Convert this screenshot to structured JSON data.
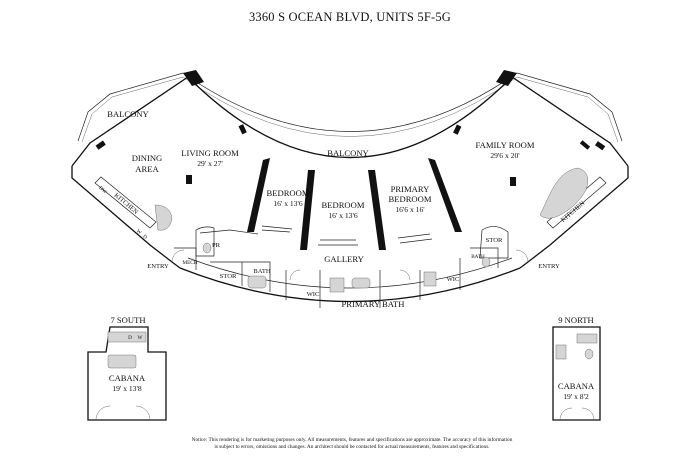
{
  "title": "3360 S OCEAN BLVD, UNITS 5F-5G",
  "rooms": {
    "balcony_left": "BALCONY",
    "balcony_center": "BALCONY",
    "dining_1": "DINING",
    "dining_2": "AREA",
    "living_room": "LIVING ROOM",
    "living_room_dim": "29' x 27'",
    "family_room": "FAMILY ROOM",
    "family_room_dim": "29'6 x 20'",
    "bedroom_1": "BEDROOM",
    "bedroom_1_dim": "16' x 13'6",
    "bedroom_2": "BEDROOM",
    "bedroom_2_dim": "16' x 13'6",
    "primary_bedroom_1": "PRIMARY",
    "primary_bedroom_2": "BEDROOM",
    "primary_bedroom_dim": "16'6 x 16'",
    "kitchen_left": "KITCHEN",
    "kitchen_right": "KITCHEN",
    "pr": "PR",
    "mech": "MECH",
    "stor_left": "STOR",
    "stor_right": "STOR",
    "bath_left": "BATH",
    "bath_right": "BATH",
    "gallery": "GALLERY",
    "wic_left": "WIC",
    "wic_right": "WIC",
    "primary_bath": "PRIMARY BATH",
    "entry_left": "ENTRY",
    "entry_right": "ENTRY",
    "dw_left": "DW",
    "w_left": "W",
    "d_left": "D"
  },
  "cabana_south": {
    "heading": "7 SOUTH",
    "name": "CABANA",
    "dim": "19' x 13'8",
    "d": "D",
    "w": "W"
  },
  "cabana_north": {
    "heading": "9 NORTH",
    "name": "CABANA",
    "dim": "19' x 8'2"
  },
  "notice": [
    "Notice: This rendering is for marketing purposes only. All measurements, features and specifications are approximate. The accuracy of this information",
    "is subject to errors, omissions and changes. An architect should be contacted for actual measurements, features and specifications."
  ]
}
